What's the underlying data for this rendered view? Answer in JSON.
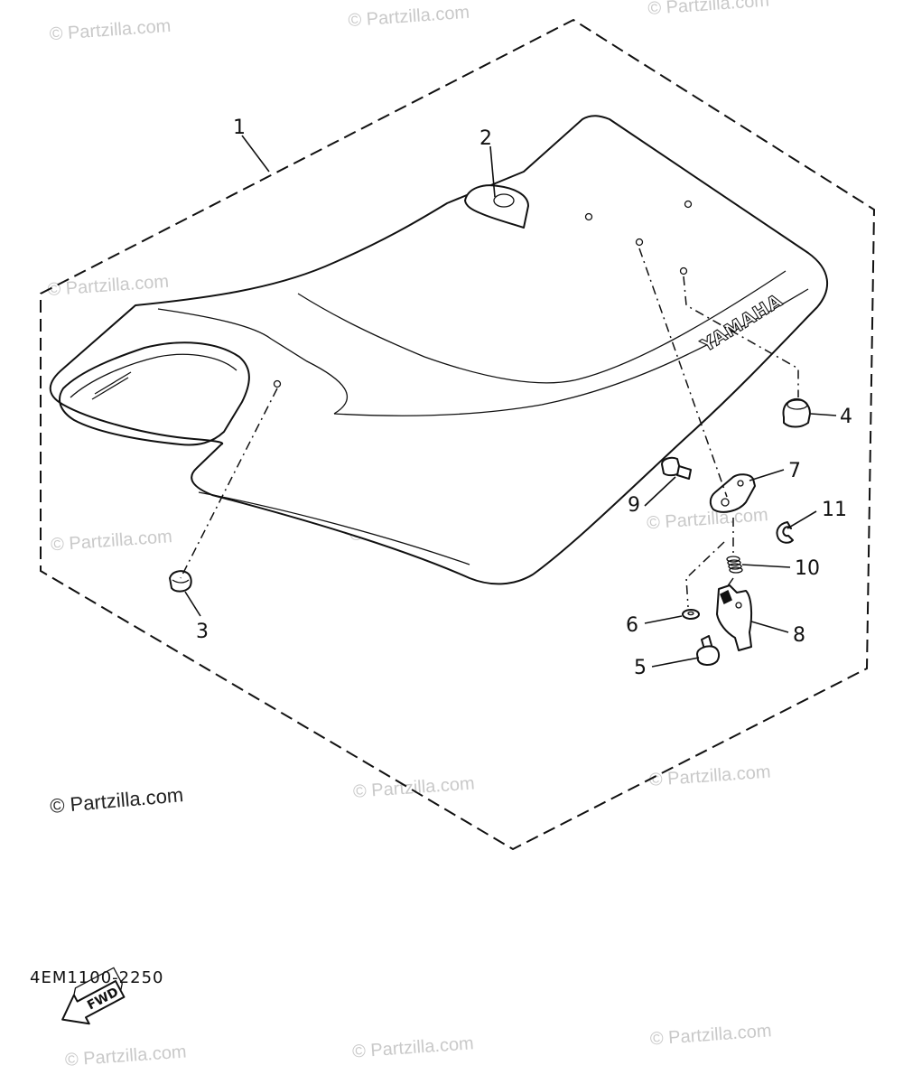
{
  "watermark": "© Partzilla.com",
  "diagram_code": "4EM1100-2250",
  "brand_text": "YAMAHA",
  "direction_label": "FWD",
  "callouts": [
    {
      "id": "1",
      "label": "1"
    },
    {
      "id": "2",
      "label": "2"
    },
    {
      "id": "3",
      "label": "3"
    },
    {
      "id": "4",
      "label": "4"
    },
    {
      "id": "5",
      "label": "5"
    },
    {
      "id": "6",
      "label": "6"
    },
    {
      "id": "7",
      "label": "7"
    },
    {
      "id": "8",
      "label": "8"
    },
    {
      "id": "9",
      "label": "9"
    },
    {
      "id": "10",
      "label": "10"
    },
    {
      "id": "11",
      "label": "11"
    }
  ]
}
